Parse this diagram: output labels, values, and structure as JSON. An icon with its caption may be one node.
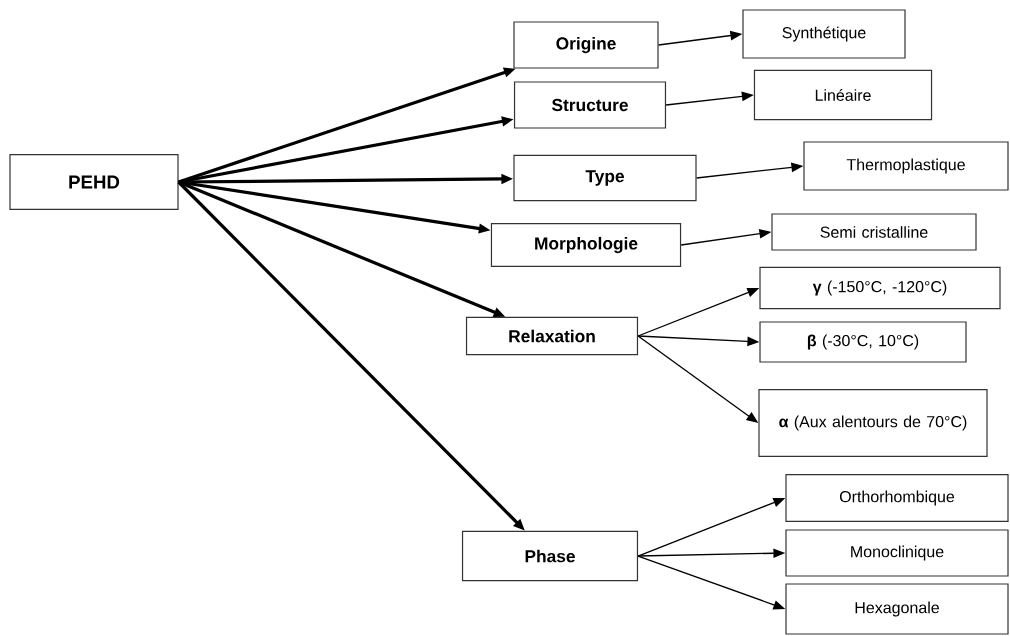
{
  "diagram": {
    "nodes": [
      {
        "text": [
          "PEHD"
        ]
      },
      {
        "text": [
          "Origine"
        ]
      },
      {
        "text": [
          "Structure"
        ]
      },
      {
        "text": [
          "Type"
        ]
      },
      {
        "text": [
          "Morphologie"
        ]
      },
      {
        "text": [
          "Relaxation"
        ]
      },
      {
        "text": [
          "Phase"
        ]
      },
      {
        "text": [
          "Synthétique"
        ]
      },
      {
        "text": [
          "Linéaire"
        ]
      },
      {
        "text": [
          "Thermoplastique"
        ]
      },
      {
        "text": [
          "Semi cristalline"
        ]
      },
      {
        "text": [
          "**γ** (-150°C, -120°C)"
        ]
      },
      {
        "text": [
          "**β** (-30°C, 10°C)"
        ]
      },
      {
        "text": [
          "**α** (Aux alentours de 70°C)"
        ]
      },
      {
        "text": [
          "Orthorhombique"
        ]
      },
      {
        "text": [
          "Monoclinique"
        ]
      },
      {
        "text": [
          "Hexagonale"
        ]
      }
    ],
    "edges": [
      {
        "from": 0,
        "to": 1,
        "arrow": "to",
        "style": "thick"
      },
      {
        "from": 0,
        "to": 2,
        "arrow": "to",
        "style": "thick"
      },
      {
        "from": 0,
        "to": 3,
        "arrow": "to",
        "style": "thick"
      },
      {
        "from": 0,
        "to": 4,
        "arrow": "to",
        "style": "thick"
      },
      {
        "from": 0,
        "to": 5,
        "arrow": "to",
        "style": "thick"
      },
      {
        "from": 0,
        "to": 6,
        "arrow": "to",
        "style": "thick"
      },
      {
        "from": 1,
        "to": 7,
        "arrow": "to"
      },
      {
        "from": 2,
        "to": 8,
        "arrow": "to"
      },
      {
        "from": 3,
        "to": 9,
        "arrow": "to"
      },
      {
        "from": 4,
        "to": 10,
        "arrow": "to"
      },
      {
        "from": 5,
        "to": 11,
        "arrow": "to"
      },
      {
        "from": 5,
        "to": 12,
        "arrow": "to"
      },
      {
        "from": 5,
        "to": 13,
        "arrow": "to"
      },
      {
        "from": 6,
        "to": 14,
        "arrow": "to"
      },
      {
        "from": 6,
        "to": 15,
        "arrow": "to"
      },
      {
        "from": 6,
        "to": 16,
        "arrow": "to"
      }
    ]
  }
}
